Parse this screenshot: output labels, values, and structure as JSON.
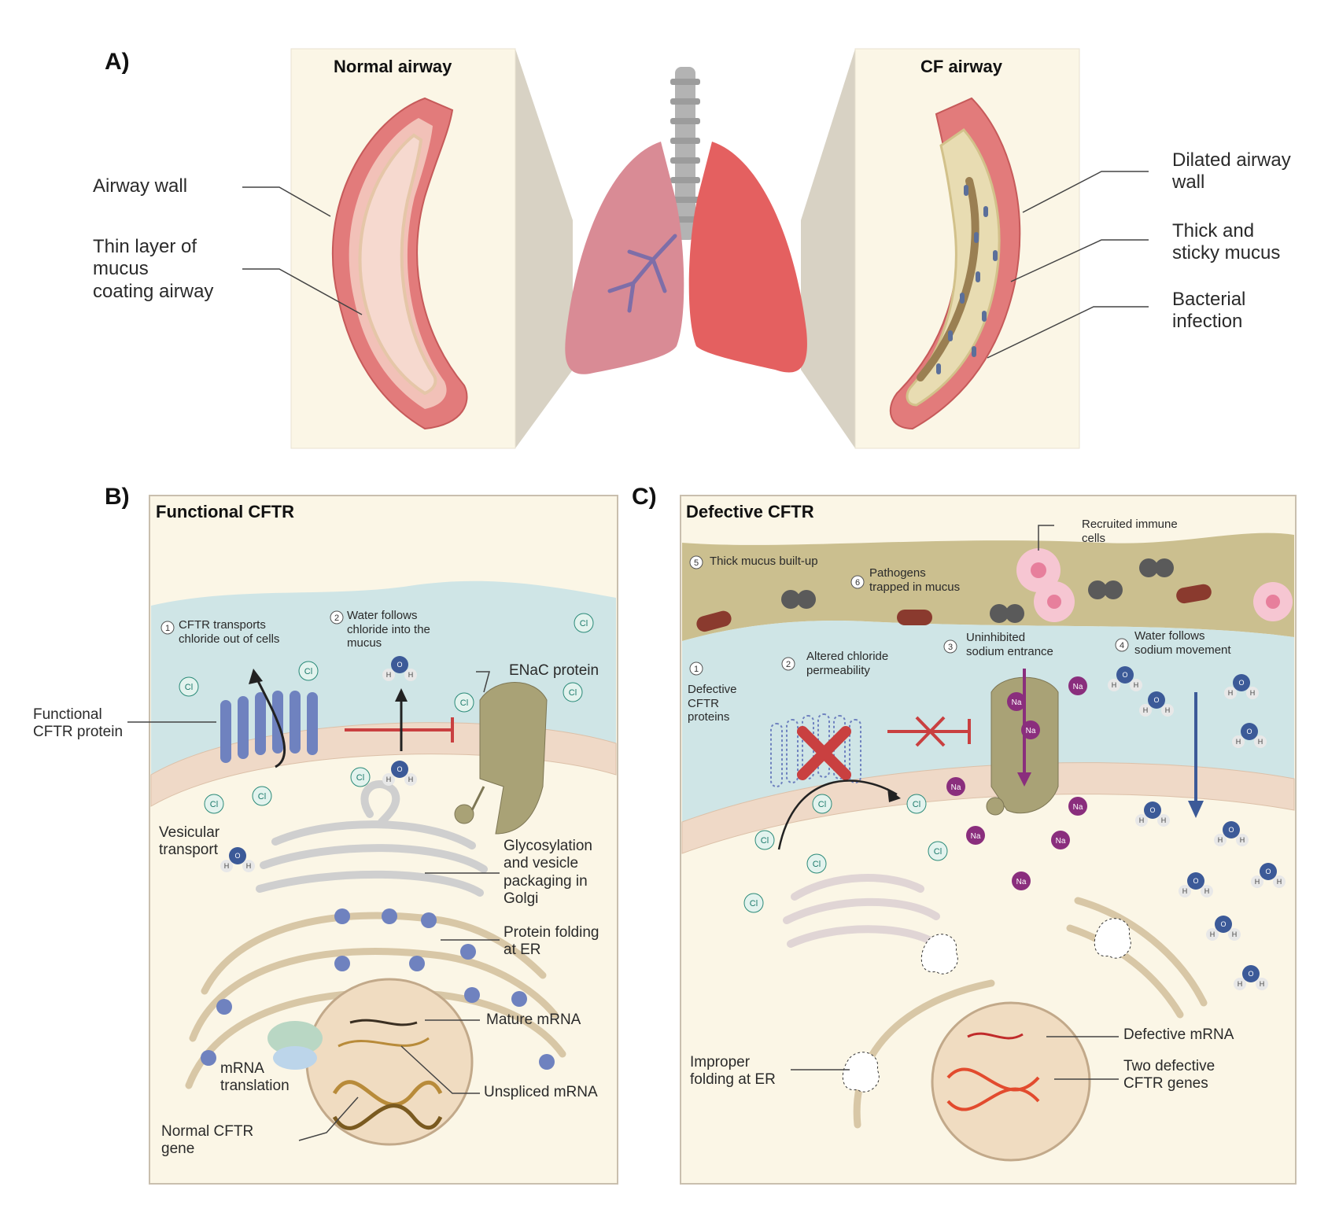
{
  "panel_a": {
    "letter": "A)",
    "normal_title": "Normal airway",
    "cf_title": "CF airway",
    "left_labels": {
      "airway_wall": "Airway wall",
      "thin_mucus": "Thin layer of\nmucus\ncoating airway"
    },
    "right_labels": {
      "dilated_wall": "Dilated airway\nwall",
      "thick_mucus": "Thick and\nsticky mucus",
      "bacterial": "Bacterial\ninfection"
    }
  },
  "panel_b": {
    "letter": "B)",
    "title": "Functional CFTR",
    "step1": "CFTR transports\nchloride out of cells",
    "step2": "Water follows\nchloride into the\nmucus",
    "enac": "ENaC protein",
    "functional_protein": "Functional\nCFTR protein",
    "vesicular": "Vesicular\ntransport",
    "golgi": "Glycosylation\nand vesicle\npackaging in\nGolgi",
    "er": "Protein folding\nat ER",
    "mature_mrna": "Mature mRNA",
    "unspliced_mrna": "Unspliced mRNA",
    "translation": "mRNA\ntranslation",
    "gene": "Normal CFTR\ngene",
    "step1_num": "1",
    "step2_num": "2"
  },
  "panel_c": {
    "letter": "C)",
    "title": "Defective CFTR",
    "immune": "Recruited immune\ncells",
    "thick_mucus": "Thick mucus built-up",
    "pathogens": "Pathogens\ntrapped in mucus",
    "defective_proteins": "Defective\nCFTR\nproteins",
    "altered_chloride": "Altered chloride\npermeability",
    "sodium_entrance": "Uninhibited\nsodium entrance",
    "water_sodium": "Water follows\nsodium movement",
    "defective_mrna": "Defective mRNA",
    "improper_folding": "Improper\nfolding at ER",
    "two_genes": "Two defective\nCFTR genes",
    "num1": "1",
    "num2": "2",
    "num3": "3",
    "num4": "4",
    "num5": "5",
    "num6": "6"
  },
  "ions": {
    "cl": "Cl",
    "na": "Na",
    "h": "H",
    "o": "O"
  },
  "colors": {
    "panel_bg": "#fbf6e6",
    "mucus_blue": "#cfe5e6",
    "airway_red": "#e58a8a",
    "cftr_blue": "#6f82bf",
    "enac_olive": "#a9a276",
    "na_purple": "#8a2e7d",
    "x_red": "#c94040"
  }
}
